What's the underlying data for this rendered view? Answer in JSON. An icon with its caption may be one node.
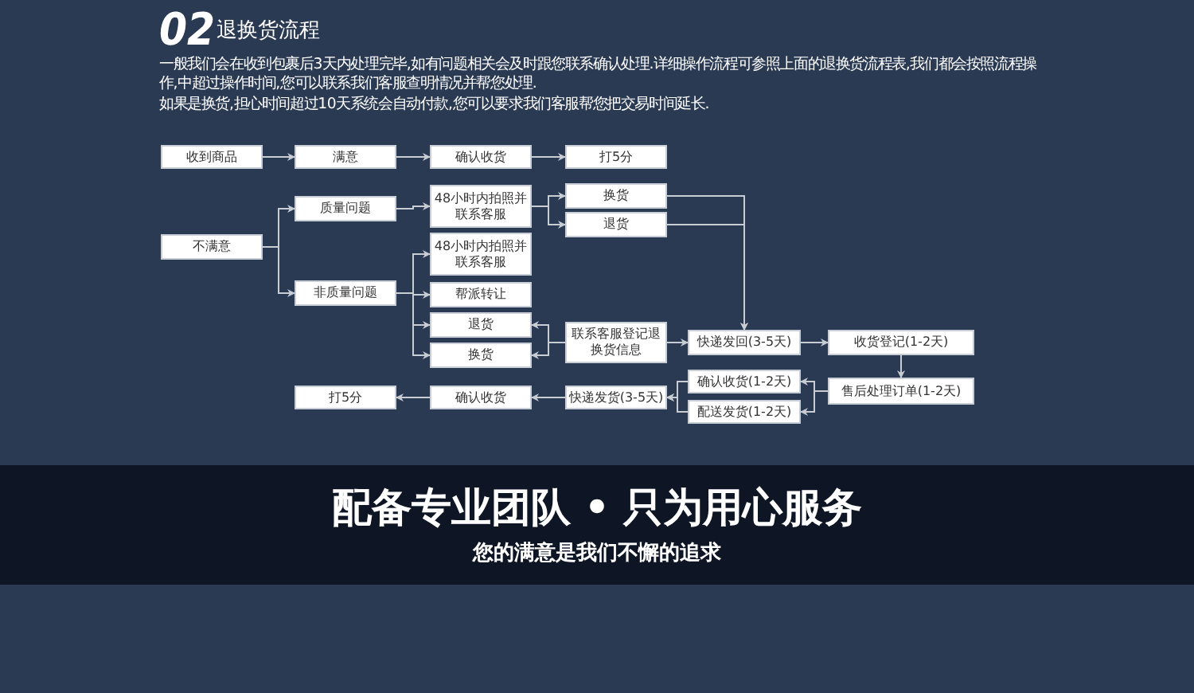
{
  "diagram": {
    "title": "退换货流程",
    "nodes": [
      {
        "text": [
          "收到商品"
        ]
      },
      {
        "text": [
          "满意"
        ]
      },
      {
        "text": [
          "确认收货"
        ]
      },
      {
        "text": [
          "打5分"
        ]
      },
      {
        "text": [
          "不满意"
        ]
      },
      {
        "text": [
          "质量问题"
        ]
      },
      {
        "text": [
          "48小时内拍照并联系客服"
        ]
      },
      {
        "text": [
          "换货"
        ]
      },
      {
        "text": [
          "退货"
        ]
      },
      {
        "text": [
          "非质量问题"
        ]
      },
      {
        "text": [
          "48小时内拍照并联系客服"
        ]
      },
      {
        "text": [
          "帮派转让"
        ]
      },
      {
        "text": [
          "退货"
        ]
      },
      {
        "text": [
          "换货"
        ]
      },
      {
        "text": [
          "联系客服登记退换货信息"
        ]
      },
      {
        "text": [
          "快递发回(3-5天)"
        ]
      },
      {
        "text": [
          "收货登记(1-2天)"
        ]
      },
      {
        "text": [
          "售后处理订单(1-2天)"
        ]
      },
      {
        "text": [
          "确认收货(1-2天)"
        ]
      },
      {
        "text": [
          "配送发货(1-2天)"
        ]
      },
      {
        "text": [
          "快递发货(3-5天)"
        ]
      },
      {
        "text": [
          "确认收货"
        ]
      },
      {
        "text": [
          "打5分"
        ]
      }
    ],
    "edges": [
      {
        "from": 0,
        "to": 1,
        "arrow": "to"
      },
      {
        "from": 1,
        "to": 2,
        "arrow": "to"
      },
      {
        "from": 2,
        "to": 3,
        "arrow": "to"
      },
      {
        "from": 4,
        "to": 5,
        "arrow": "to"
      },
      {
        "from": 4,
        "to": 9,
        "arrow": "to"
      },
      {
        "from": 5,
        "to": 6,
        "arrow": "to"
      },
      {
        "from": 6,
        "to": 7,
        "arrow": "to"
      },
      {
        "from": 6,
        "to": 8,
        "arrow": "to"
      },
      {
        "from": 9,
        "to": 10,
        "arrow": "to"
      },
      {
        "from": 9,
        "to": 11,
        "arrow": "to"
      },
      {
        "from": 9,
        "to": 12,
        "arrow": "to"
      },
      {
        "from": 9,
        "to": 13,
        "arrow": "to"
      },
      {
        "from": 14,
        "to": 12,
        "arrow": "to"
      },
      {
        "from": 14,
        "to": 13,
        "arrow": "to"
      },
      {
        "from": 7,
        "to": 15,
        "arrow": "to"
      },
      {
        "from": 8,
        "to": 15,
        "arrow": "to"
      },
      {
        "from": 14,
        "to": 15,
        "arrow": "to"
      },
      {
        "from": 15,
        "to": 16,
        "arrow": "to"
      },
      {
        "from": 16,
        "to": 17,
        "arrow": "to"
      },
      {
        "from": 17,
        "to": 18,
        "arrow": "to"
      },
      {
        "from": 17,
        "to": 19,
        "arrow": "to"
      },
      {
        "from": 18,
        "to": 20,
        "arrow": "to"
      },
      {
        "from": 19,
        "to": 20,
        "arrow": "to"
      },
      {
        "from": 20,
        "to": 21,
        "arrow": "to"
      },
      {
        "from": 21,
        "to": 22,
        "arrow": "to"
      }
    ],
    "labels": [
      "02",
      "一般我们会在收到包裹后3天内处理完毕,如有问题相关会及时跟您联系确认处理.详细操作流程可参照上面的退换货流程表,我们都会按照流程操作,中超过操作时间,您可以联系我们客服查明情况并帮您处理.",
      "如果是换货,担心时间超过10天系统会自动付款,您可以要求我们客服帮您把交易时间延长.",
      "配备专业团队 • 只为用心服务",
      "您的满意是我们不懈的追求"
    ]
  }
}
